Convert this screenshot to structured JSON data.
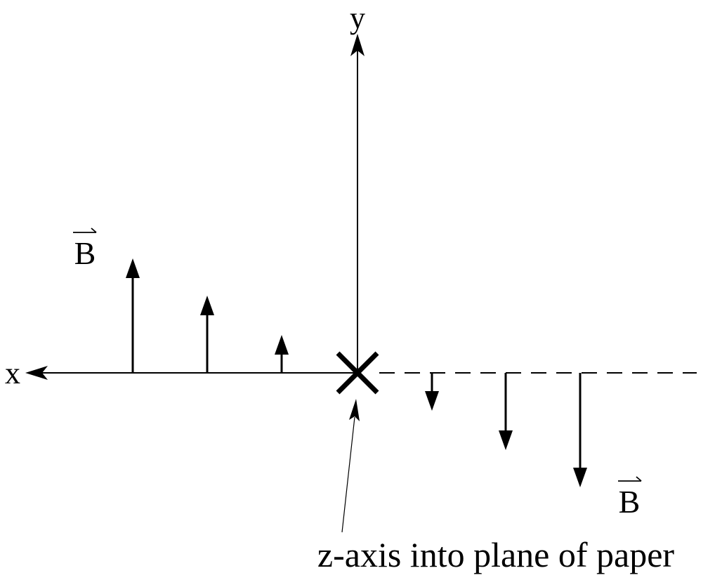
{
  "axes": {
    "x_label": "x",
    "y_label": "y"
  },
  "field_labels": {
    "left": "B",
    "right": "B"
  },
  "origin_marker": {
    "symbol": "×",
    "caption": "z-axis into plane of paper"
  },
  "field_vectors": [
    {
      "side": "left",
      "direction": "up",
      "relative_magnitude": 3
    },
    {
      "side": "left",
      "direction": "up",
      "relative_magnitude": 2
    },
    {
      "side": "left",
      "direction": "up",
      "relative_magnitude": 1
    },
    {
      "side": "right",
      "direction": "down",
      "relative_magnitude": 1
    },
    {
      "side": "right",
      "direction": "down",
      "relative_magnitude": 2
    },
    {
      "side": "right",
      "direction": "down",
      "relative_magnitude": 3
    }
  ],
  "colors": {
    "ink": "#000000",
    "background": "#ffffff"
  }
}
